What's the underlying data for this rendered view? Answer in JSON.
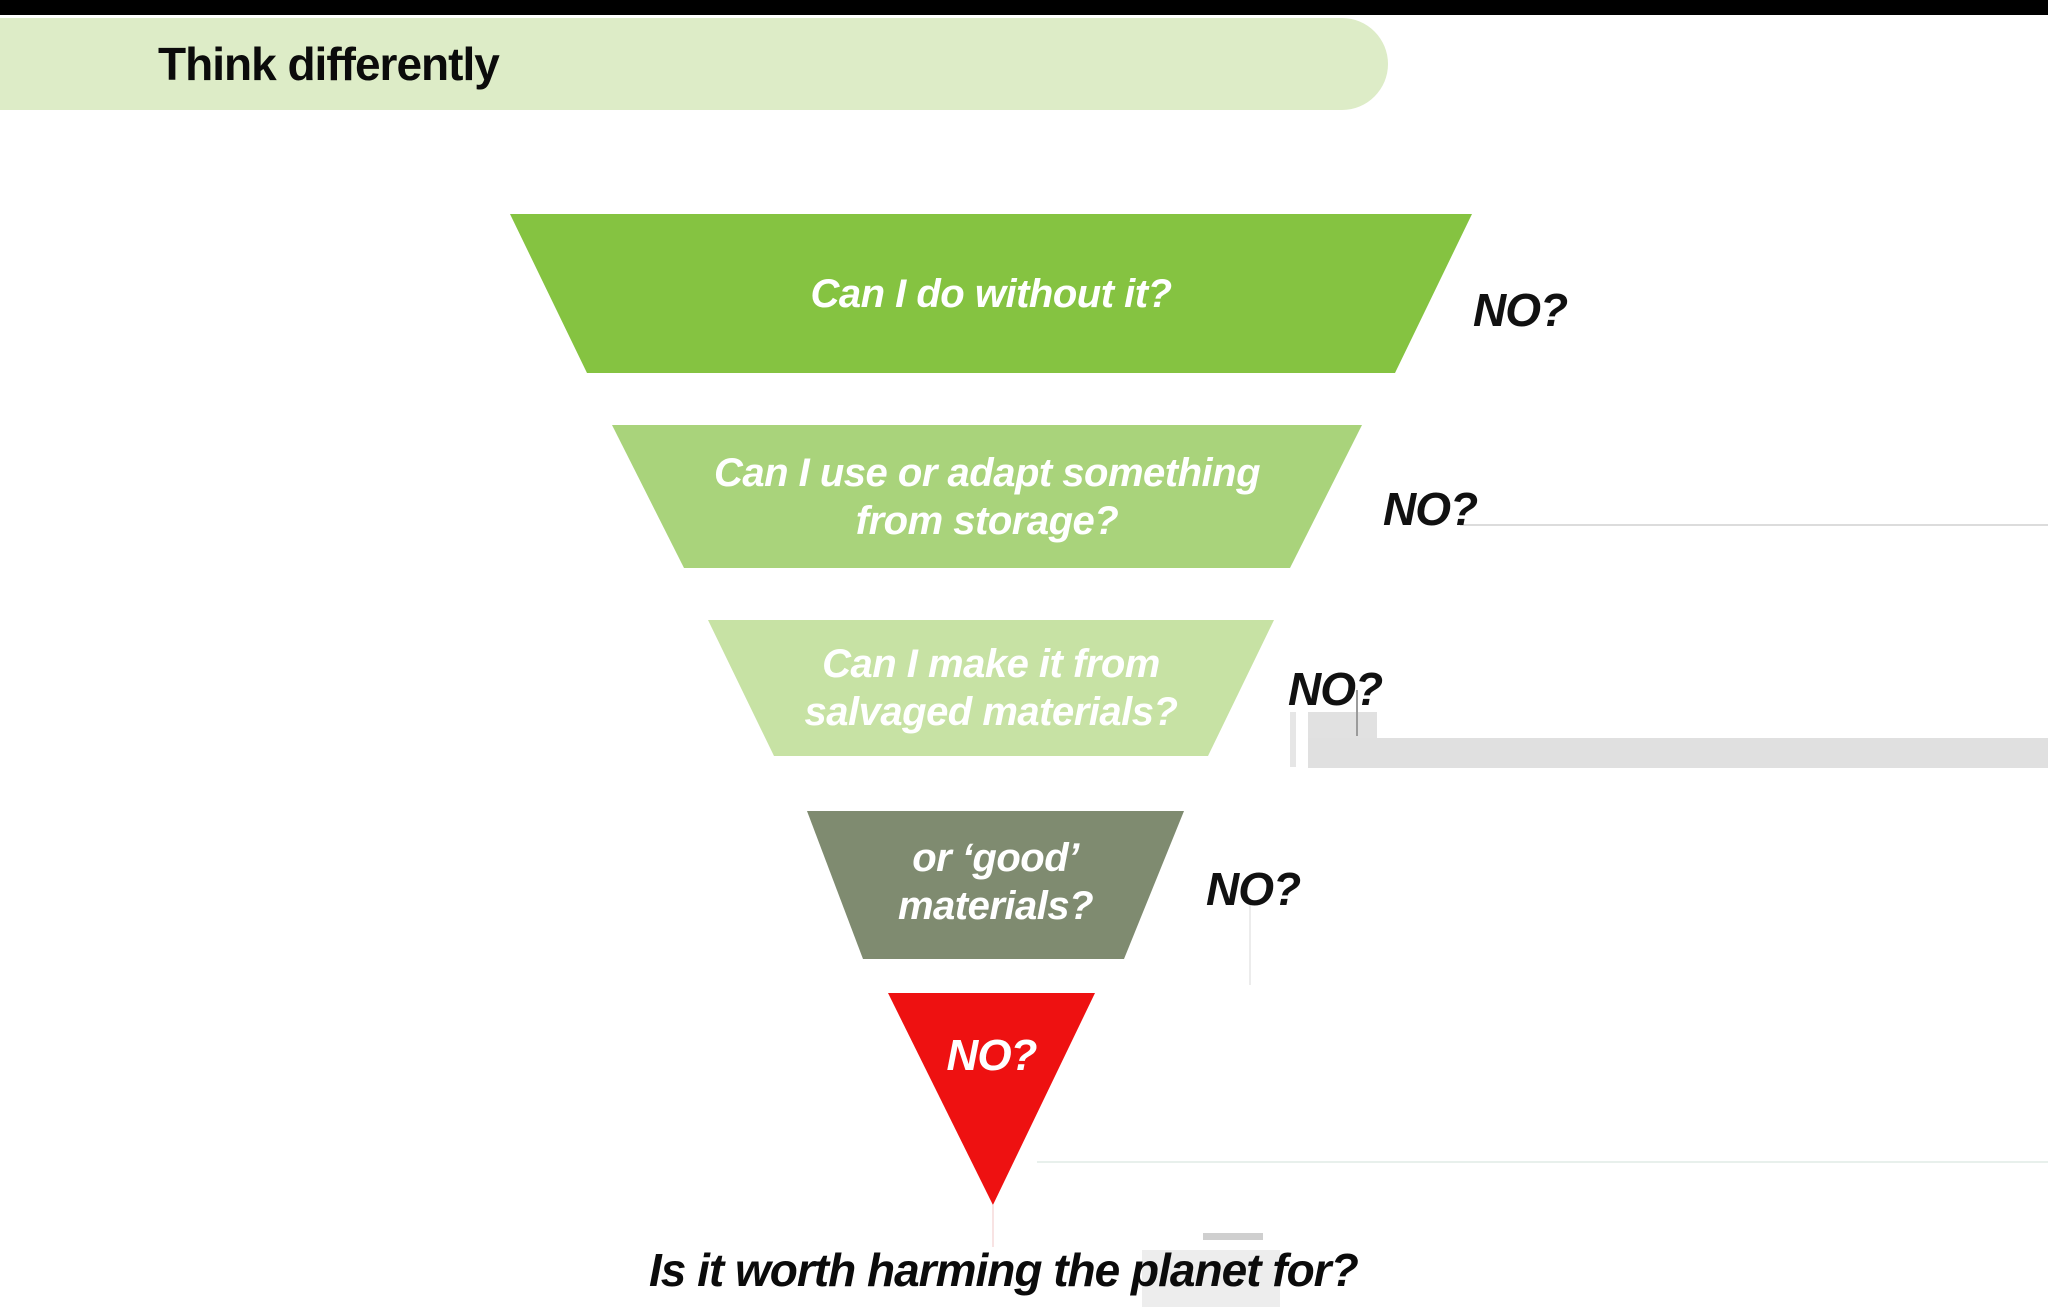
{
  "header": {
    "title": "Think differently",
    "banner_color": "#ddecc7",
    "top_bar_color": "#000000"
  },
  "funnel": {
    "text_color": "#ffffff",
    "no_text_color": "#111111",
    "levels": [
      {
        "lines": [
          "Can I do without it?"
        ],
        "color": "#85c341",
        "no_label": "NO?"
      },
      {
        "lines": [
          "Can I use or adapt something",
          "from storage?"
        ],
        "color": "#a9d37b",
        "no_label": "NO?"
      },
      {
        "lines": [
          "Can I make it from",
          "salvaged materials?"
        ],
        "color": "#c7e2a4",
        "no_label": "NO?"
      },
      {
        "lines": [
          "or ‘good’",
          "materials?"
        ],
        "color": "#7f8b70",
        "no_label": "NO?"
      }
    ],
    "apex": {
      "label": "NO?",
      "color": "#ee1111"
    }
  },
  "footer": {
    "question": "Is it worth harming the planet for?"
  }
}
